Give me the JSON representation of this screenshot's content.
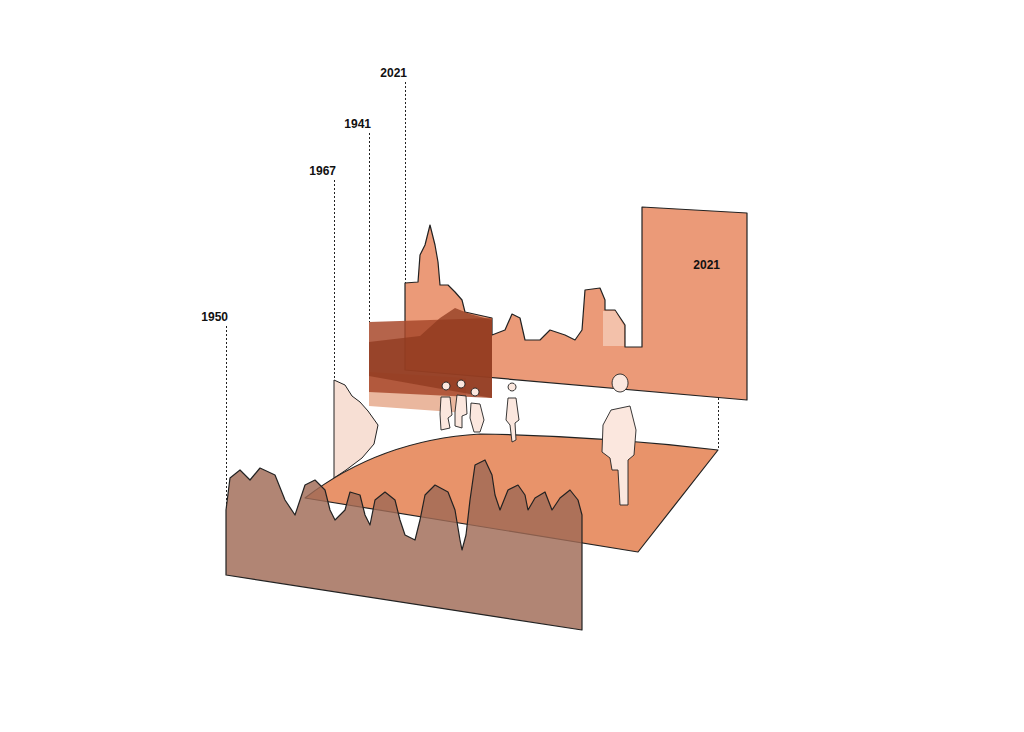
{
  "diagram": {
    "labels": [
      "2021",
      "1941",
      "1967",
      "1950",
      "2021"
    ]
  }
}
